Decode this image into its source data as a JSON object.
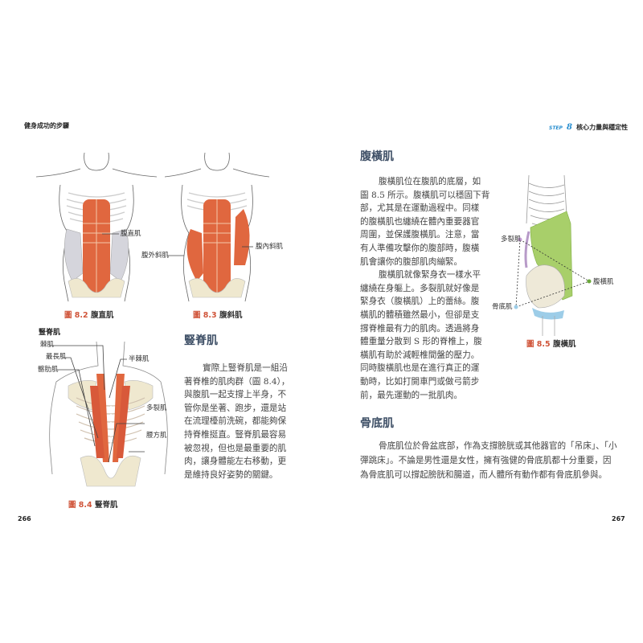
{
  "header": {
    "left_title": "健身成功的步驟",
    "step_label": "STEP",
    "step_number": "8",
    "right_title": "核心力量與穩定性"
  },
  "figures": {
    "fig82": {
      "num": "圖 8.2",
      "title": "腹直肌",
      "labels": [
        "腹直肌"
      ]
    },
    "fig83": {
      "num": "圖 8.3",
      "title": "腹斜肌",
      "labels": [
        "腹外斜肌",
        "腹內斜肌"
      ]
    },
    "fig84": {
      "num": "圖 8.4",
      "title": "豎脊肌",
      "labels": [
        "豎脊肌",
        "棘肌",
        "最長肌",
        "髂肋肌",
        "半棘肌",
        "多裂肌",
        "腰方肌"
      ]
    },
    "fig85": {
      "num": "圖 8.5",
      "title": "腹橫肌",
      "labels": [
        "多裂肌",
        "腹橫肌",
        "骨底肌"
      ]
    }
  },
  "sections": {
    "erector": {
      "heading": "豎脊肌",
      "lines": [
        "實際上豎脊肌是一組沿",
        "著脊椎的肌肉群（圖 8.4），",
        "與腹肌一起支撐上半身，不",
        "管你是坐著、跑步，還是站",
        "在流理檯前洗碗，都能夠保",
        "持脊椎挺直。豎脊肌最容易",
        "被忽視，但也是最重要的肌",
        "肉，讓身體能左右移動，更",
        "是維持良好姿勢的關鍵。"
      ]
    },
    "transverse": {
      "heading": "腹橫肌",
      "lines": [
        "腹橫肌位在腹肌的底層，如",
        "圖 8.5 所示。腹橫肌可以穩固下背",
        "部，尤其是在運動過程中。同樣",
        "的腹橫肌也纏繞在體內重要器官",
        "周圍，並保護腹橫肌。注意，當",
        "有人準備攻擊你的腹部時，腹橫",
        "肌會讓你的腹部肌肉繃緊。",
        "腹橫肌就像緊身衣一樣水平",
        "纏繞在身軀上。多裂肌就好像是",
        "緊身衣（腹橫肌）上的蕾絲。腹",
        "橫肌的體積雖然最小，但卻是支",
        "撐脊椎最有力的肌肉。透過將身",
        "體重量分散到 S 形的脊椎上，腹",
        "橫肌有助於減輕椎間盤的壓力。",
        "同時腹橫肌也是在進行真正的運",
        "動時，比如打開車門或做弓箭步",
        "前，最先運動的一批肌肉。"
      ]
    },
    "pelvic": {
      "heading": "骨底肌",
      "lines": [
        "骨底肌位於骨盆底部，作為支撐膀胱或其他器官的「吊床」、「小",
        "彈跳床」。不論是男性還是女性，擁有強健的骨底肌都十分重要，因",
        "為骨底肌可以撐起膀胱和腸道，而人體所有動作都有骨底肌參與。"
      ]
    }
  },
  "page_numbers": {
    "left": "266",
    "right": "267"
  },
  "colors": {
    "heading": "#3e4f66",
    "caption_accent": "#d0553a",
    "muscle": "#e0673f",
    "transverse": "#a8cf6a",
    "step": "#2a8fd0"
  }
}
